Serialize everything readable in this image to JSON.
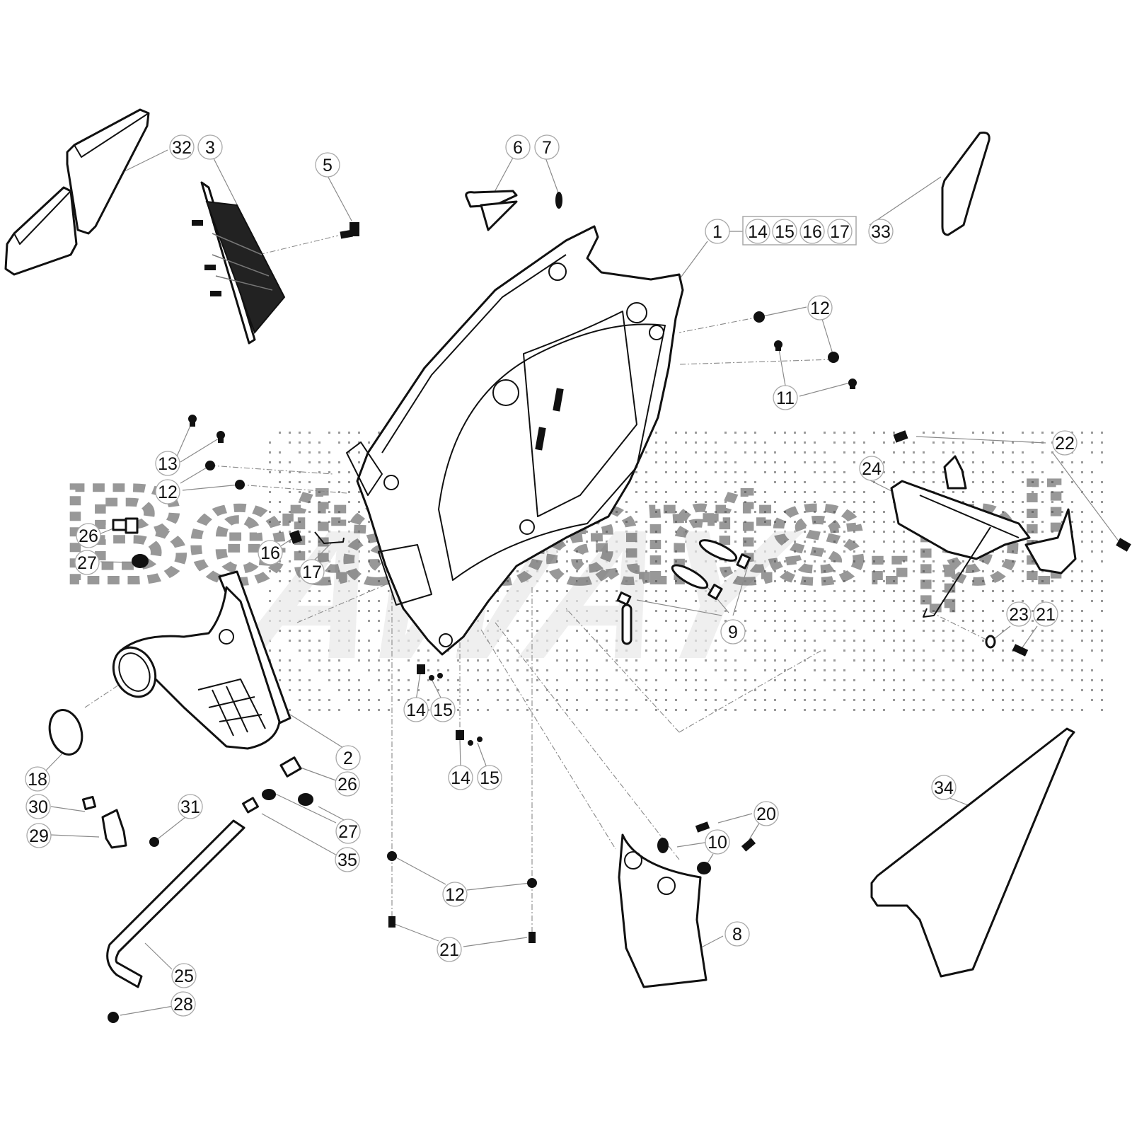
{
  "diagram": {
    "title": "Airbox assembly exploded view",
    "watermark": "Betaparts.pl",
    "watermark_logo": "AWAY",
    "group_box_label_parent": "1",
    "group_box_members": [
      "14",
      "15",
      "16",
      "17"
    ],
    "callouts": [
      {
        "id": "32",
        "part": "air-filter-foam-left"
      },
      {
        "id": "3",
        "part": "air-filter-cage"
      },
      {
        "id": "5",
        "part": "filter-screw"
      },
      {
        "id": "6",
        "part": "clip-bracket"
      },
      {
        "id": "7",
        "part": "small-pin"
      },
      {
        "id": "1",
        "part": "airbox-main"
      },
      {
        "id": "14",
        "part": "kit-item"
      },
      {
        "id": "15",
        "part": "kit-item"
      },
      {
        "id": "16",
        "part": "kit-item"
      },
      {
        "id": "17",
        "part": "kit-item"
      },
      {
        "id": "33",
        "part": "side-foam-right-top"
      },
      {
        "id": "12",
        "part": "grommet-upper-right"
      },
      {
        "id": "11",
        "part": "screw-upper-right"
      },
      {
        "id": "13",
        "part": "screw-upper-left"
      },
      {
        "id": "12",
        "part": "grommet-upper-left"
      },
      {
        "id": "22",
        "part": "bracket-screw"
      },
      {
        "id": "24",
        "part": "battery-tray-bracket"
      },
      {
        "id": "26",
        "part": "elbow-fitting-upper"
      },
      {
        "id": "27",
        "part": "clamp-upper"
      },
      {
        "id": "16",
        "part": "small-plug"
      },
      {
        "id": "17",
        "part": "wire-clip"
      },
      {
        "id": "9",
        "part": "drain-plugs"
      },
      {
        "id": "23",
        "part": "washer"
      },
      {
        "id": "21",
        "part": "bracket-lower-screw"
      },
      {
        "id": "14",
        "part": "nut-clip-upper"
      },
      {
        "id": "15",
        "part": "screws-upper"
      },
      {
        "id": "2",
        "part": "intake-duct"
      },
      {
        "id": "18",
        "part": "hose-clamp-ring"
      },
      {
        "id": "14",
        "part": "nut-clip-lower"
      },
      {
        "id": "15",
        "part": "screws-lower"
      },
      {
        "id": "26",
        "part": "elbow-fitting-lower"
      },
      {
        "id": "30",
        "part": "square-nut"
      },
      {
        "id": "31",
        "part": "flange-nut"
      },
      {
        "id": "27",
        "part": "clamp-lower"
      },
      {
        "id": "29",
        "part": "p-clip"
      },
      {
        "id": "35",
        "part": "hose-connector"
      },
      {
        "id": "20",
        "part": "heat-shield-screws"
      },
      {
        "id": "10",
        "part": "heat-shield-grommets"
      },
      {
        "id": "12",
        "part": "grommet-bottom"
      },
      {
        "id": "21",
        "part": "bottom-screws"
      },
      {
        "id": "8",
        "part": "heat-shield"
      },
      {
        "id": "25",
        "part": "breather-hose"
      },
      {
        "id": "28",
        "part": "hose-end-cap"
      },
      {
        "id": "34",
        "part": "side-foam-right-large"
      }
    ]
  }
}
